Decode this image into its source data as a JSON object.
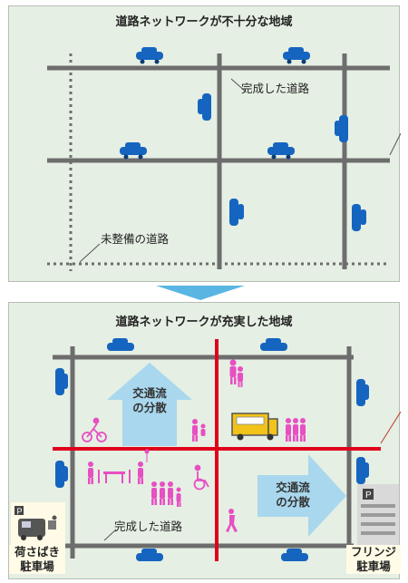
{
  "top_panel": {
    "title": "道路ネットワークが不十分な地域",
    "label_completed": "完成した道路",
    "label_unbuilt": "未整備の道路"
  },
  "bottom_panel": {
    "title": "道路ネットワークが充実した地域",
    "arrow_up_text_1": "交通流",
    "arrow_up_text_2": "の分散",
    "arrow_right_text_1": "交通流",
    "arrow_right_text_2": "の分散",
    "label_completed": "完成した道路",
    "left_place_1": "荷さばき",
    "left_place_2": "駐車場",
    "right_place_1": "フリンジ",
    "right_place_2": "駐車場"
  },
  "colors": {
    "panel_bg": "#e5efe3",
    "road": "#6d6d6d",
    "new_road": "#e0001b",
    "car": "#1565c0",
    "flow_arrow": "#a9d7ee",
    "pedestrian": "#e84fc3",
    "connector_arrow": "#59b6e3"
  }
}
